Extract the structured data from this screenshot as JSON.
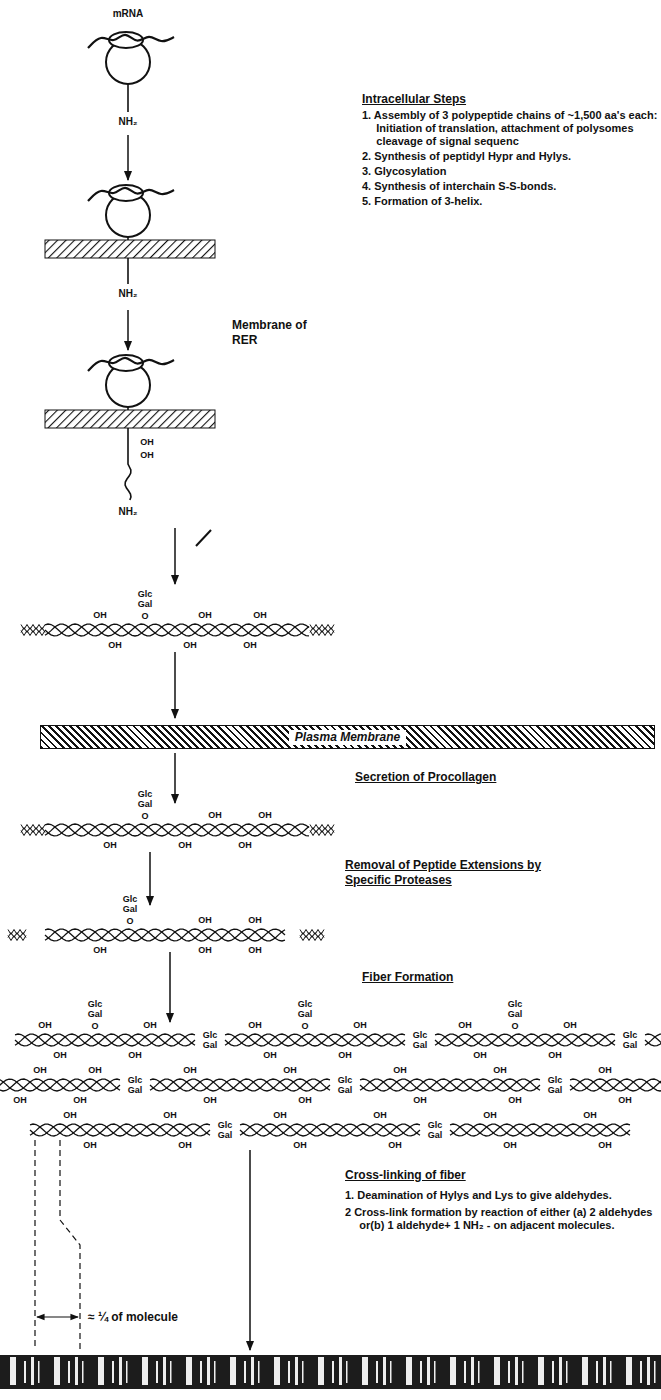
{
  "diagram": {
    "nodes": [
      {
        "text": [
          "Plasma Membrane"
        ]
      }
    ],
    "labels": [
      "mRNA",
      "NH₂",
      "Intracellular Steps",
      "1. Assembly of 3 polypeptide chains of ~1,500 aa's each: Initiation of translation, attachment of polysomes cleavage of signal sequenc",
      "2. Synthesis of peptidyl Hypr and Hylys.",
      "3. Glycosylation",
      "4. Synthesis of interchain S-S-bonds.",
      "5. Formation of 3-helix.",
      "Membrane of RER",
      "NH₂",
      "OH",
      "OH",
      "NH₂",
      "Glc Gal",
      "O",
      "OH",
      "OH",
      "OH",
      "OH",
      "OH",
      "OH",
      "Secretion of Procollagen",
      "Glc Gal",
      "O",
      "OH",
      "OH",
      "OH",
      "OH",
      "OH",
      "Removal of Peptide Extensions by Specific Proteases",
      "Glc Gal",
      "O",
      "OH",
      "OH",
      "OH",
      "OH",
      "OH",
      "Fiber Formation",
      "Glc Gal",
      "O",
      "OH",
      "OH",
      "OH",
      "OH",
      "Glc Gal",
      "Glc Gal",
      "O",
      "OH",
      "OH",
      "OH",
      "OH",
      "Glc Gal",
      "Glc Gal",
      "O",
      "OH",
      "OH",
      "OH",
      "OH",
      "Glc Gal",
      "OH",
      "OH",
      "OH",
      "OH",
      "Glc Gal",
      "OH",
      "OH",
      "OH",
      "OH",
      "Glc Gal",
      "OH",
      "OH",
      "OH",
      "OH",
      "Glc Gal",
      "OH",
      "OH",
      "OH",
      "OH",
      "OH",
      "OH",
      "Glc Gal",
      "OH",
      "OH",
      "OH",
      "OH",
      "Glc Gal",
      "OH",
      "OH",
      "OH",
      "OH",
      "Cross-linking of fiber",
      "1. Deamination of Hylys and Lys to give aldehydes.",
      "2 Cross-link formation by reaction of either (a) 2 aldehydes or(b) 1 aldehyde+ 1 NH₂ - on adjacent molecules.",
      "≈ ¼ of molecule"
    ]
  }
}
